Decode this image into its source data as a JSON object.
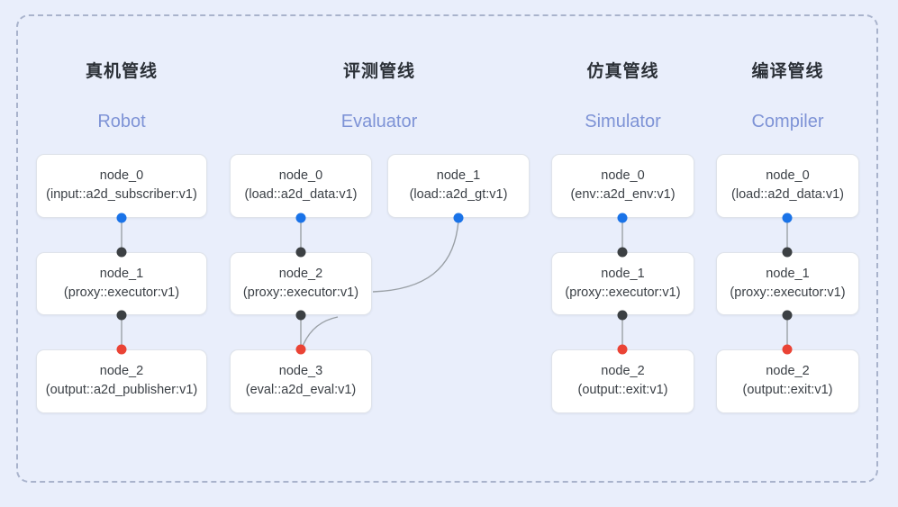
{
  "diagram": {
    "background_color": "#e9eefb",
    "frame_border_color": "#a9b3cc",
    "port_colors": {
      "output": "#1a73e8",
      "link": "#3c4043",
      "terminal": "#ea4335"
    },
    "title_color": "#2b3037",
    "subtitle_color": "#7e93d6"
  },
  "columns": [
    {
      "title": "真机管线",
      "subtitle": "Robot",
      "nodes": [
        {
          "id": "node_0",
          "type": "(input::a2d_subscriber:v1)"
        },
        {
          "id": "node_1",
          "type": "(proxy::executor:v1)"
        },
        {
          "id": "node_2",
          "type": "(output::a2d_publisher:v1)"
        }
      ]
    },
    {
      "title": "评测管线",
      "subtitle": "Evaluator",
      "nodes": [
        {
          "id": "node_0",
          "type": "(load::a2d_data:v1)"
        },
        {
          "id": "node_1",
          "type": "(load::a2d_gt:v1)"
        },
        {
          "id": "node_2",
          "type": "(proxy::executor:v1)"
        },
        {
          "id": "node_3",
          "type": "(eval::a2d_eval:v1)"
        }
      ]
    },
    {
      "title": "仿真管线",
      "subtitle": "Simulator",
      "nodes": [
        {
          "id": "node_0",
          "type": "(env::a2d_env:v1)"
        },
        {
          "id": "node_1",
          "type": "(proxy::executor:v1)"
        },
        {
          "id": "node_2",
          "type": "(output::exit:v1)"
        }
      ]
    },
    {
      "title": "编译管线",
      "subtitle": "Compiler",
      "nodes": [
        {
          "id": "node_0",
          "type": "(load::a2d_data:v1)"
        },
        {
          "id": "node_1",
          "type": "(proxy::executor:v1)"
        },
        {
          "id": "node_2",
          "type": "(output::exit:v1)"
        }
      ]
    }
  ]
}
